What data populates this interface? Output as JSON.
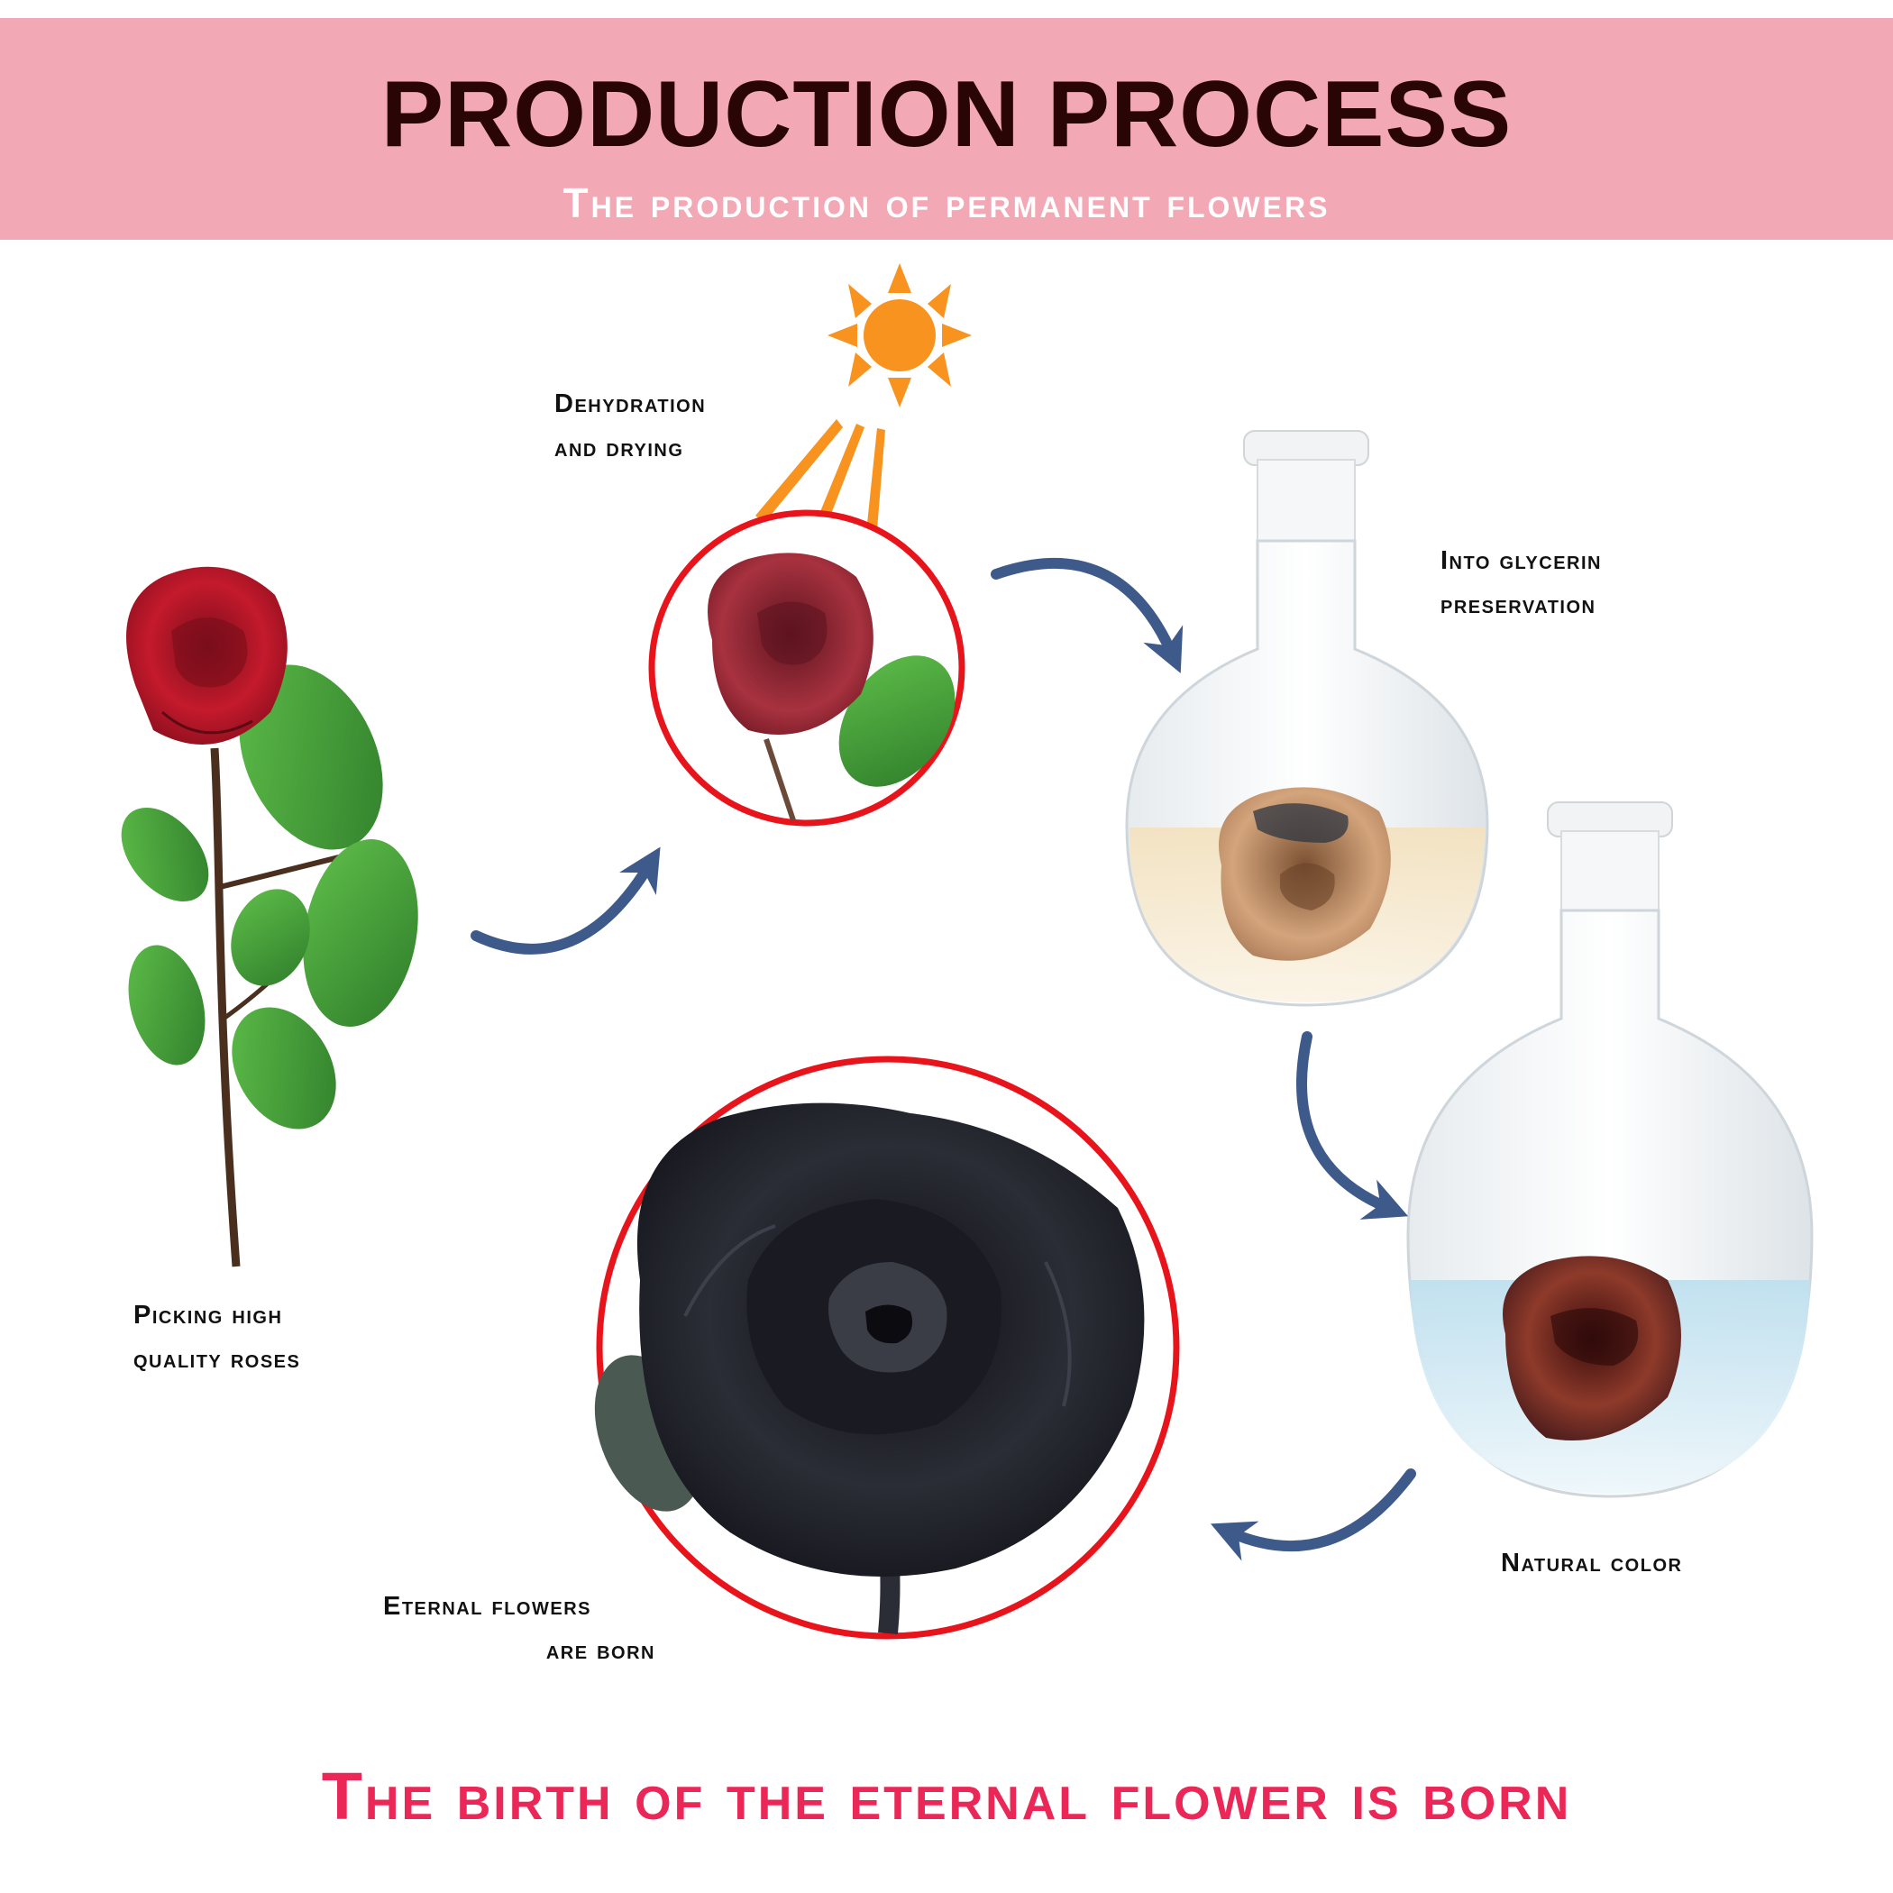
{
  "header": {
    "title": "PRODUCTION PROCESS",
    "subtitle": "The production of permanent flowers"
  },
  "steps": [
    {
      "line1": "Picking high",
      "line2": "quality roses"
    },
    {
      "line1": "Dehydration",
      "line2": "and drying"
    },
    {
      "line1": "Into glycerin",
      "line2": "preservation"
    },
    {
      "line1": "Natural color",
      "line2": ""
    },
    {
      "line1": "Eternal flowers",
      "line2": "are born"
    }
  ],
  "footer": {
    "caption": "The birth of the eternal flower is born"
  },
  "colors": {
    "banner": "#f3a8b5",
    "title": "#2a0505",
    "accent_red": "#e8141c",
    "arrow": "#3d5a8a",
    "sun": "#f7931e",
    "footer": "#ea2757"
  },
  "icons": [
    "sun-icon",
    "red-rose-image",
    "dried-rose-image",
    "glycerin-flask-image",
    "color-flask-image",
    "black-rose-image",
    "process-arrow"
  ]
}
